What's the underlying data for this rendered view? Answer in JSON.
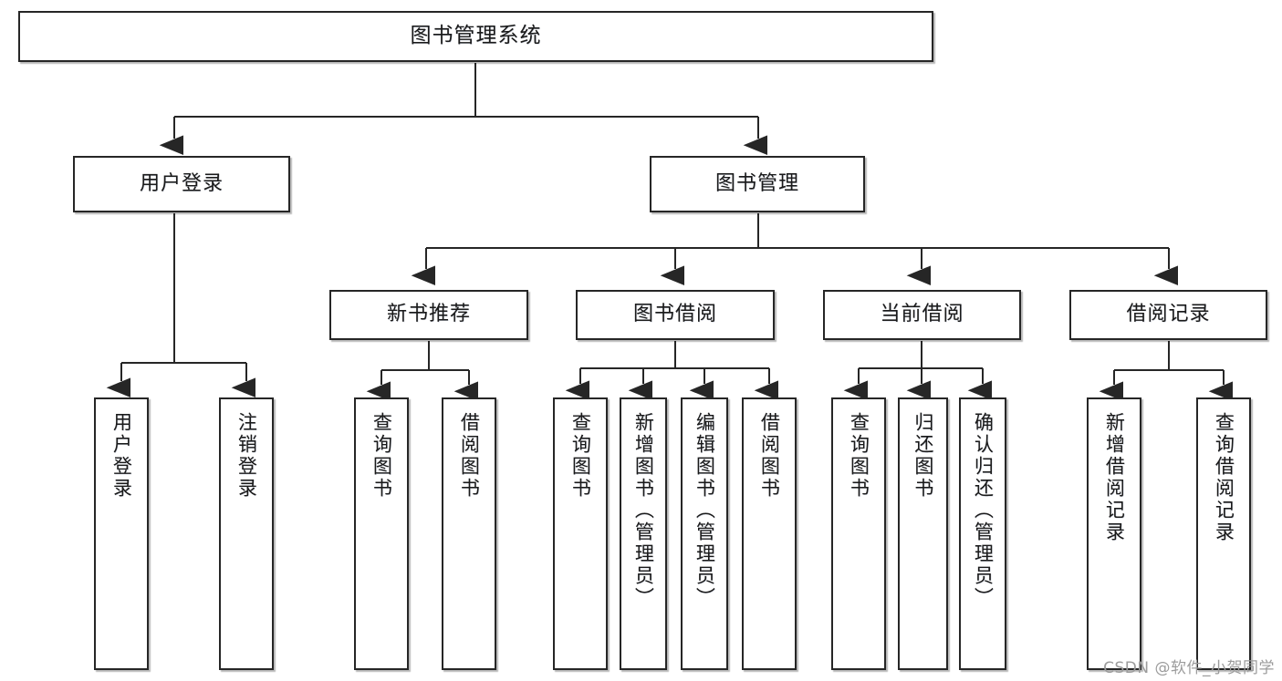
{
  "diagram": {
    "type": "tree",
    "title": "图书管理系统",
    "watermark": "CSDN @软件_小贺同学",
    "colors": {
      "background": "#ffffff",
      "node_border": "#262626",
      "node_fill": "#ffffff",
      "connector": "#262626",
      "text": "#1a1a1a",
      "watermark": "#9c9c9c"
    },
    "levels": {
      "level1": [
        "图书管理系统"
      ],
      "level2": [
        "用户登录",
        "图书管理"
      ],
      "level3": [
        "新书推荐",
        "图书借阅",
        "当前借阅",
        "借阅记录"
      ],
      "level4": [
        "用户登录",
        "注销登录",
        "查询图书",
        "借阅图书",
        "查询图书",
        "新增图书（管理员）",
        "编辑图书（管理员）",
        "借阅图书",
        "查询图书",
        "归还图书",
        "确认归还（管理员）",
        "新增借阅记录",
        "查询借阅记录"
      ]
    },
    "nodes": {
      "root": {
        "label": "图书管理系统"
      },
      "user_login": {
        "label": "用户登录"
      },
      "book_manage": {
        "label": "图书管理"
      },
      "new_book_rec": {
        "label": "新书推荐"
      },
      "book_borrow": {
        "label": "图书借阅"
      },
      "current_borrow": {
        "label": "当前借阅"
      },
      "borrow_record": {
        "label": "借阅记录"
      },
      "leaf_user_login": {
        "label": "用户登录"
      },
      "leaf_logout": {
        "label": "注销登录"
      },
      "leaf_query_book_1": {
        "label": "查询图书"
      },
      "leaf_borrow_book_1": {
        "label": "借阅图书"
      },
      "leaf_query_book_2": {
        "label": "查询图书"
      },
      "leaf_add_book_admin": {
        "label": "新增图书（管理员）"
      },
      "leaf_edit_book_admin": {
        "label": "编辑图书（管理员）"
      },
      "leaf_borrow_book_2": {
        "label": "借阅图书"
      },
      "leaf_query_book_3": {
        "label": "查询图书"
      },
      "leaf_return_book": {
        "label": "归还图书"
      },
      "leaf_confirm_return_admin": {
        "label": "确认归还（管理员）"
      },
      "leaf_add_record": {
        "label": "新增借阅记录"
      },
      "leaf_query_record": {
        "label": "查询借阅记录"
      }
    },
    "edges": [
      {
        "from": "root",
        "to": "user_login"
      },
      {
        "from": "root",
        "to": "book_manage"
      },
      {
        "from": "user_login",
        "to": "leaf_user_login"
      },
      {
        "from": "user_login",
        "to": "leaf_logout"
      },
      {
        "from": "book_manage",
        "to": "new_book_rec"
      },
      {
        "from": "book_manage",
        "to": "book_borrow"
      },
      {
        "from": "book_manage",
        "to": "current_borrow"
      },
      {
        "from": "book_manage",
        "to": "borrow_record"
      },
      {
        "from": "new_book_rec",
        "to": "leaf_query_book_1"
      },
      {
        "from": "new_book_rec",
        "to": "leaf_borrow_book_1"
      },
      {
        "from": "book_borrow",
        "to": "leaf_query_book_2"
      },
      {
        "from": "book_borrow",
        "to": "leaf_add_book_admin"
      },
      {
        "from": "book_borrow",
        "to": "leaf_edit_book_admin"
      },
      {
        "from": "book_borrow",
        "to": "leaf_borrow_book_2"
      },
      {
        "from": "current_borrow",
        "to": "leaf_query_book_3"
      },
      {
        "from": "current_borrow",
        "to": "leaf_return_book"
      },
      {
        "from": "current_borrow",
        "to": "leaf_confirm_return_admin"
      },
      {
        "from": "borrow_record",
        "to": "leaf_add_record"
      },
      {
        "from": "borrow_record",
        "to": "leaf_query_record"
      }
    ]
  }
}
